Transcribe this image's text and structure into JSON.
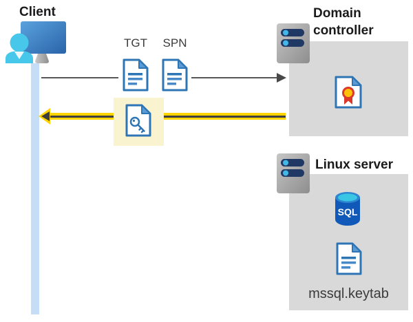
{
  "client": {
    "label": "Client"
  },
  "flow": {
    "tgt_label": "TGT",
    "spn_label": "SPN"
  },
  "domain_controller": {
    "label": "Domain controller"
  },
  "linux_server": {
    "label": "Linux server",
    "sql_badge": "SQL",
    "keytab_label": "mssql.keytab"
  },
  "icons": {
    "client": "user-workstation-icon",
    "domain_controller": "server-icon",
    "linux_server": "server-icon",
    "tgt": "document-icon",
    "spn": "document-icon",
    "service_ticket": "key-document-icon",
    "domain_certificate": "certificate-icon",
    "database": "sql-database-icon",
    "keytab_file": "document-icon"
  },
  "colors": {
    "accent_blue": "#2E75B6",
    "fold_blue": "#5B9BD5",
    "person_cyan": "#47C7EA",
    "gray_box": "#D9D9D9",
    "yellow_highlight": "#FAF3CF",
    "arrow_gray": "#494949",
    "arrow_yellow": "#FFD400",
    "sql_body_blue": "#1159B8",
    "sql_top_cyan": "#38C6E4",
    "cert_red": "#D9382B",
    "cert_gold": "#FFC107",
    "client_bar_blue": "#C5DDF7",
    "server_pill_navy": "#1F3864",
    "server_dot_cyan": "#41B8E8"
  }
}
